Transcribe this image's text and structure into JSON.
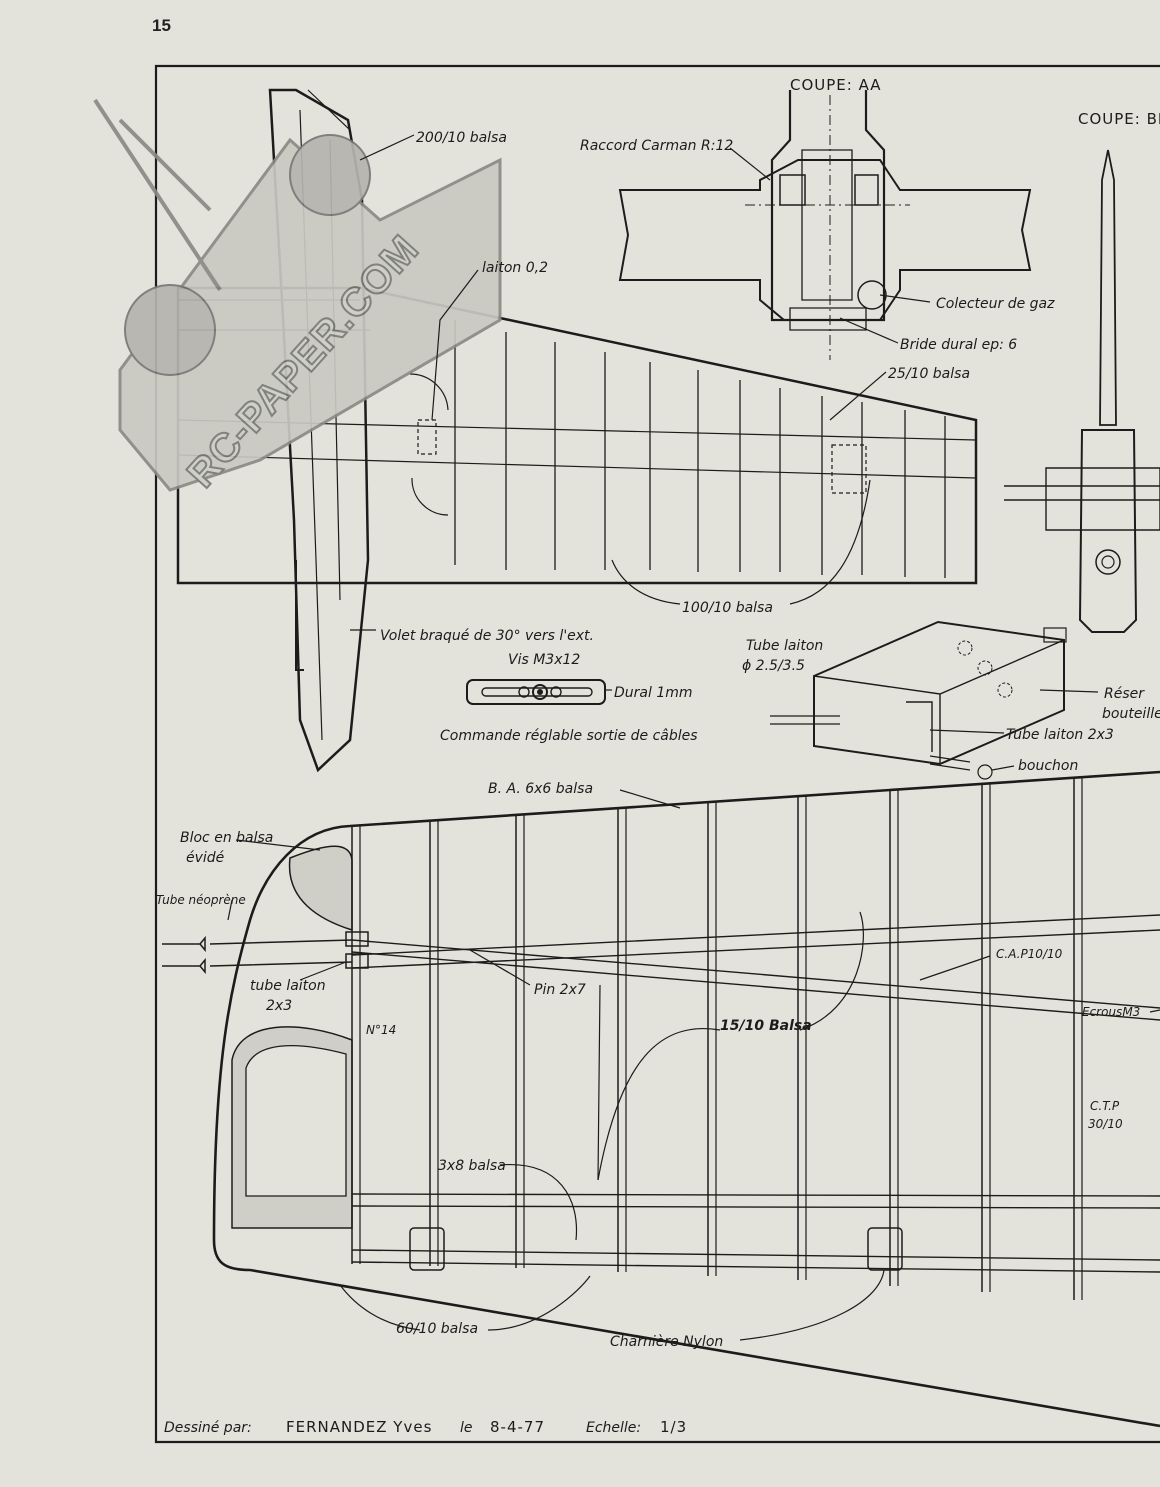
{
  "page_number": "15",
  "section_titles": {
    "coupe_aa": "COUPE: AA",
    "coupe_bb": "COUPE: BE"
  },
  "labels": {
    "balsa_200": "200/10 balsa",
    "raccord": "Raccord Carman R:12",
    "laiton": "laiton 0,2",
    "collecteur": "Colecteur de gaz",
    "bride": "Bride dural ep: 6",
    "balsa_25": "25/10 balsa",
    "balsa_100": "100/10 balsa",
    "volet": "Volet braqué de 30° vers l'ext.",
    "vis": "Vis M3x12",
    "dural": "Dural 1mm",
    "commande": "Commande réglable sortie de câbles",
    "tube_laiton_top": "Tube laiton",
    "tube_laiton_dim": "ϕ 2.5/3.5",
    "reservoir": "Réser",
    "bouteille": "bouteille",
    "tube_laiton_2x3": "Tube laiton 2x3",
    "bouchon": "bouchon",
    "ba": "B. A. 6x6 balsa",
    "bloc": "Bloc en balsa",
    "evide": "évidé",
    "tube_neoprene": "Tube néoprène",
    "tube_laiton_left": "tube laiton",
    "tube_laiton_left_dim": "2x3",
    "pin": "Pin 2x7",
    "n14": "N°14",
    "cap": "C.A.P10/10",
    "balsa_15": "15/10 Balsa",
    "ecrous": "EcrousM3",
    "ctp": "C.T.P",
    "ctp_dim": "30/10",
    "balsa_3x8": "3x8 balsa",
    "balsa_60": "60/10 balsa",
    "charniere": "Charnière Nylon"
  },
  "footer": {
    "drawn_by_label": "Dessiné par:",
    "author": "FERNANDEZ Yves",
    "date_label": "le",
    "date": "8-4-77",
    "scale_label": "Echelle:",
    "scale": "1/3"
  },
  "watermark": "RC-PAPER.COM"
}
